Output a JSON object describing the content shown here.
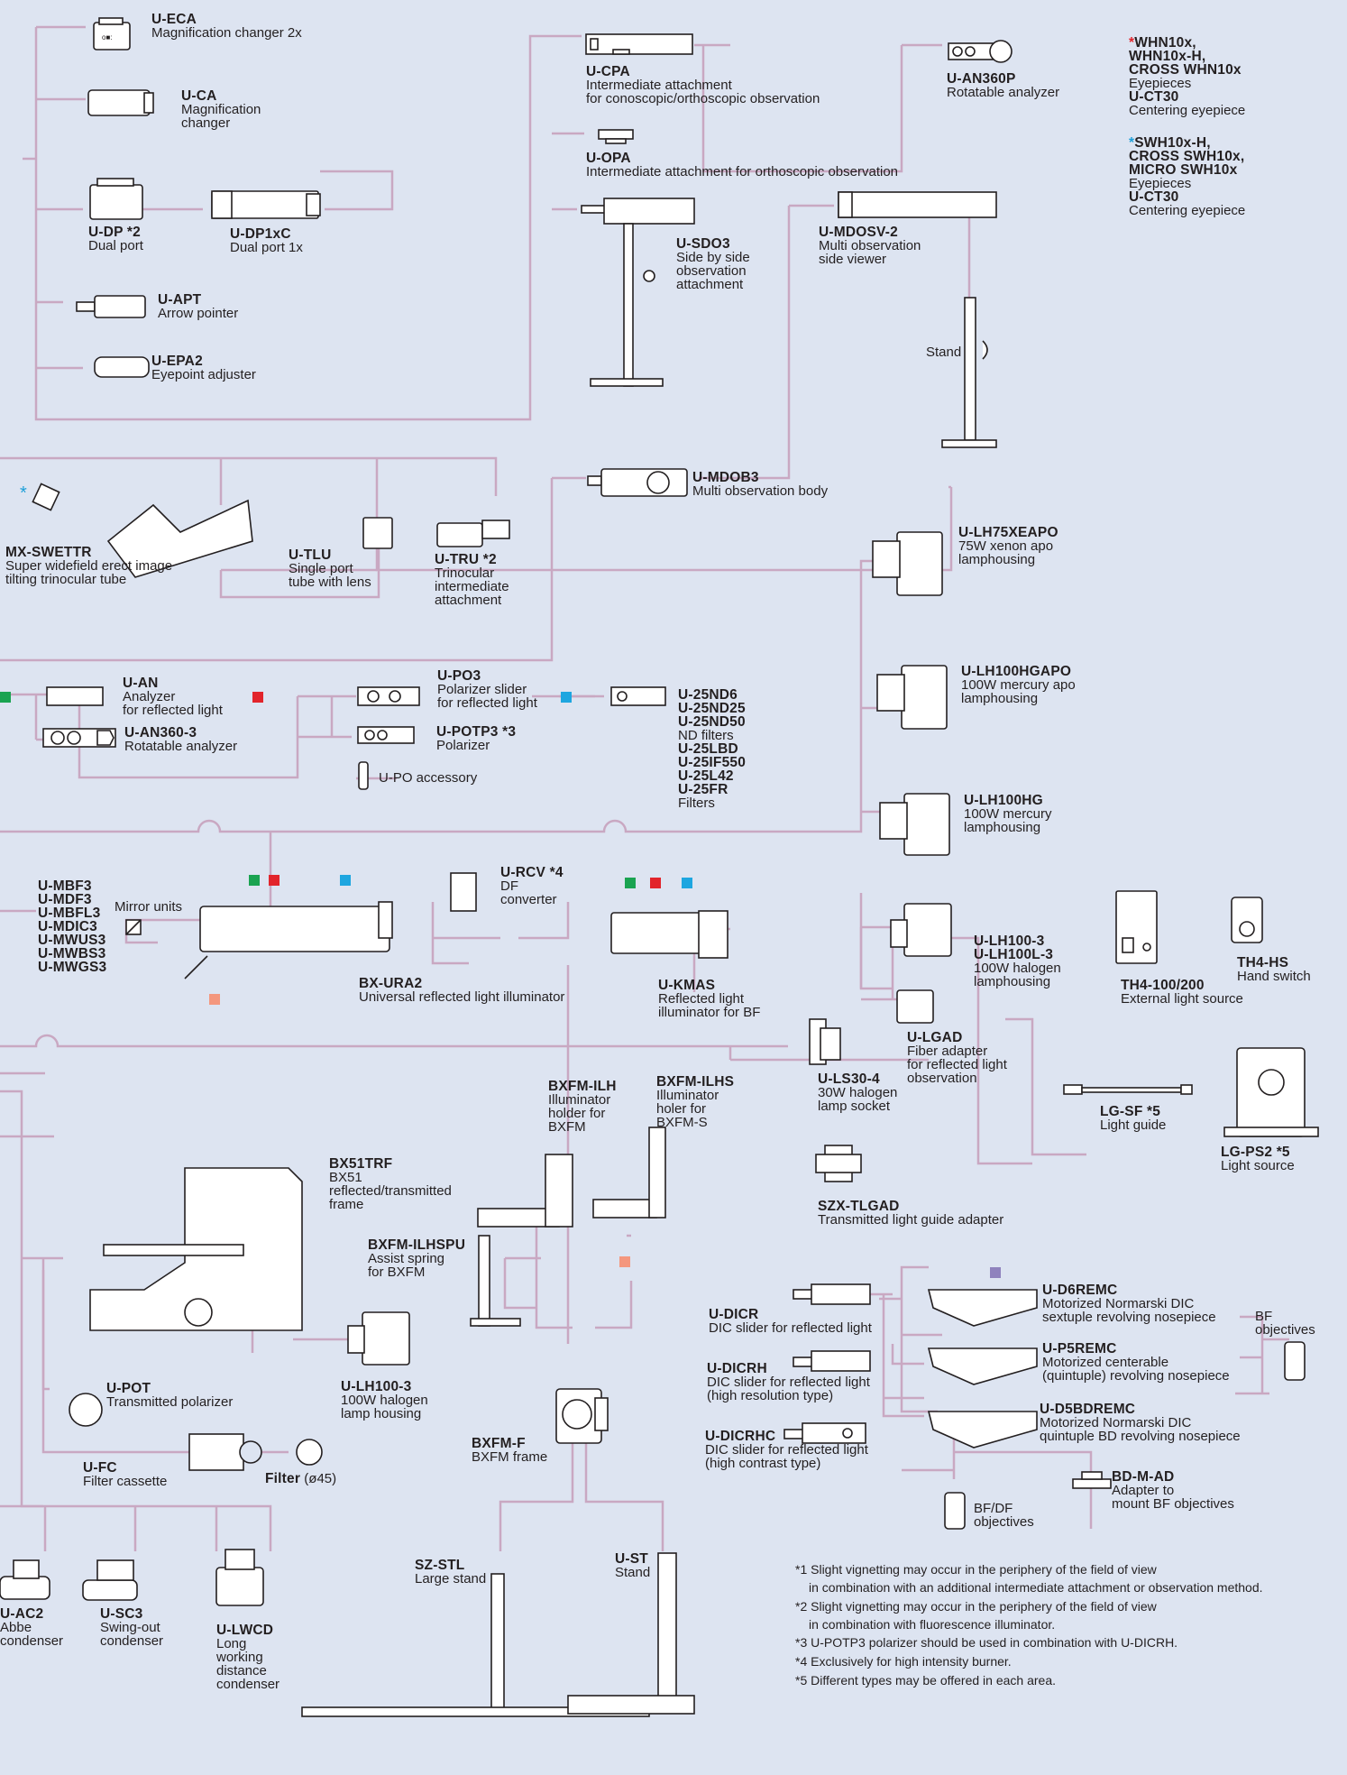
{
  "accent_line_color": "#c9a8c2",
  "square_colors": {
    "green": "#1aa351",
    "red": "#e2242b",
    "blue": "#1ea6e0",
    "salmon": "#f4977e",
    "violet": "#8f82bd"
  },
  "labels": {
    "u_eca": {
      "code": "U-ECA",
      "desc": [
        "Magnification changer 2x"
      ]
    },
    "u_ca": {
      "code": "U-CA",
      "desc": [
        "Magnification",
        "changer"
      ]
    },
    "u_dp": {
      "code": "U-DP *2",
      "desc": [
        "Dual port"
      ]
    },
    "u_dp1xc": {
      "code": "U-DP1xC",
      "desc": [
        "Dual port 1x"
      ]
    },
    "u_apt": {
      "code": "U-APT",
      "desc": [
        "Arrow pointer"
      ]
    },
    "u_epa2": {
      "code": "U-EPA2",
      "desc": [
        "Eyepoint adjuster"
      ]
    },
    "u_cpa": {
      "code": "U-CPA",
      "desc": [
        "Intermediate attachment",
        "for conoscopic/orthoscopic observation"
      ]
    },
    "u_an360p": {
      "code": "U-AN360P",
      "desc": [
        "Rotatable analyzer"
      ]
    },
    "u_opa": {
      "code": "U-OPA",
      "desc": [
        "Intermediate attachment for orthoscopic observation"
      ]
    },
    "u_sdo3": {
      "code": "U-SDO3",
      "desc": [
        "Side by side",
        "observation",
        "attachment"
      ]
    },
    "u_mdosv2": {
      "code": "U-MDOSV-2",
      "desc": [
        "Multi observation",
        "side viewer"
      ]
    },
    "stand": {
      "code": "",
      "desc": [
        "Stand"
      ]
    },
    "u_mdob3": {
      "code": "U-MDOB3",
      "desc": [
        "Multi observation body"
      ]
    },
    "mx_swettr": {
      "code": "MX-SWETTR",
      "desc": [
        "Super widefield erect image",
        "tilting trinocular  tube"
      ]
    },
    "u_tlu": {
      "code": "U-TLU",
      "desc": [
        "Single port",
        "tube with lens"
      ]
    },
    "u_tru": {
      "code": "U-TRU *2",
      "desc": [
        "Trinocular",
        "intermediate",
        "attachment"
      ]
    },
    "u_lh75xeapo": {
      "code": "U-LH75XEAPO",
      "desc": [
        "75W xenon apo",
        "lamphousing"
      ]
    },
    "u_lh100hgapo": {
      "code": "U-LH100HGAPO",
      "desc": [
        "100W mercury  apo",
        "lamphousing"
      ]
    },
    "u_lh100hg": {
      "code": "U-LH100HG",
      "desc": [
        "100W mercury",
        "lamphousing"
      ]
    },
    "u_an": {
      "code": "U-AN",
      "desc": [
        "Analyzer",
        "for reflected light"
      ]
    },
    "u_an360_3": {
      "code": "U-AN360-3",
      "desc": [
        "Rotatable analyzer"
      ]
    },
    "u_po3": {
      "code": "U-PO3",
      "desc": [
        "Polarizer slider",
        "for reflected light"
      ]
    },
    "u_potp3": {
      "code": "U-POTP3 *3",
      "desc": [
        "Polarizer"
      ]
    },
    "u_po_acc": {
      "code": "",
      "desc": [
        "U-PO accessory"
      ]
    },
    "filters": {
      "code": "",
      "codes": [
        "U-25ND6",
        "U-25ND25",
        "U-25ND50"
      ],
      "desc": [
        "ND filters"
      ],
      "codes2": [
        "U-25LBD",
        "U-25IF550",
        "U-25L42",
        "U-25FR"
      ],
      "desc2": [
        "Filters"
      ]
    },
    "mirror_units": {
      "codes": [
        "U-MBF3",
        "U-MDF3",
        "U-MBFL3",
        "U-MDIC3",
        "U-MWUS3",
        "U-MWBS3",
        "U-MWGS3"
      ],
      "desc": [
        "Mirror units"
      ]
    },
    "u_rcv": {
      "code": "U-RCV *4",
      "desc": [
        "DF",
        "converter"
      ]
    },
    "bx_ura2": {
      "code": "BX-URA2",
      "desc": [
        "Universal reflected light illuminator"
      ]
    },
    "u_kmas": {
      "code": "U-KMAS",
      "desc": [
        "Reflected light",
        "illuminator for BF"
      ]
    },
    "u_lh100_3_top": {
      "code": "U-LH100-3",
      "code2": "U-LH100L-3",
      "desc": [
        "100W halogen",
        "lamphousing"
      ]
    },
    "th4_100": {
      "code": "TH4-100/200",
      "desc": [
        "External light source"
      ]
    },
    "th4_hs": {
      "code": "TH4-HS",
      "desc": [
        "Hand switch"
      ]
    },
    "u_lgad": {
      "code": "U-LGAD",
      "desc": [
        "Fiber adapter",
        "for reflected light",
        "observation"
      ]
    },
    "u_ls30_4": {
      "code": "U-LS30-4",
      "desc": [
        "30W halogen",
        "lamp socket"
      ]
    },
    "lg_sf": {
      "code": "LG-SF *5",
      "desc": [
        "Light guide"
      ]
    },
    "lg_ps2": {
      "code": "LG-PS2 *5",
      "desc": [
        "Light source"
      ]
    },
    "szx_tlgad": {
      "code": "SZX-TLGAD",
      "desc": [
        "Transmitted light guide adapter"
      ]
    },
    "bxfm_ilh": {
      "code": "BXFM-ILH",
      "desc": [
        "Illuminator",
        "holder for",
        "BXFM"
      ]
    },
    "bxfm_ilhs": {
      "code": "BXFM-ILHS",
      "desc": [
        "Illuminator",
        "holer for",
        "BXFM-S"
      ]
    },
    "bx51trf": {
      "code": "BX51TRF",
      "desc": [
        "BX51",
        "reflected/transmitted",
        "frame"
      ]
    },
    "bxfm_ilhspu": {
      "code": "BXFM-ILHSPU",
      "desc": [
        "Assist spring",
        "for BXFM"
      ]
    },
    "u_pot": {
      "code": "U-POT",
      "desc": [
        "Transmitted polarizer"
      ]
    },
    "u_lh100_3": {
      "code": "U-LH100-3",
      "desc": [
        "100W halogen",
        "lamp housing"
      ]
    },
    "u_fc": {
      "code": "U-FC",
      "desc": [
        "Filter cassette"
      ]
    },
    "filter45": {
      "code": "Filter",
      "desc": [
        "(ø45)"
      ]
    },
    "bxfm_f": {
      "code": "BXFM-F",
      "desc": [
        "BXFM frame"
      ]
    },
    "u_dicr": {
      "code": "U-DICR",
      "desc": [
        "DIC slider for reflected light"
      ]
    },
    "u_dicrh": {
      "code": "U-DICRH",
      "desc": [
        "DIC slider for reflected light",
        "(high resolution type)"
      ]
    },
    "u_dicrhc": {
      "code": "U-DICRHC",
      "desc": [
        "DIC slider for reflected light",
        "(high contrast type)"
      ]
    },
    "u_d6remc": {
      "code": "U-D6REMC",
      "desc": [
        "Motorized Normarski DIC",
        "sextuple revolving nosepiece"
      ]
    },
    "u_p5remc": {
      "code": "U-P5REMC",
      "desc": [
        "Motorized centerable",
        "(quintuple) revolving nosepiece"
      ]
    },
    "u_d5bdremc": {
      "code": "U-D5BDREMC",
      "desc": [
        "Motorized Normarski DIC",
        "quintuple BD revolving nosepiece"
      ]
    },
    "bf_obj": {
      "code": "",
      "desc": [
        "BF",
        "objectives"
      ]
    },
    "bd_m_ad": {
      "code": "BD-M-AD",
      "desc": [
        "Adapter to",
        "mount BF objectives"
      ]
    },
    "bfdf_obj": {
      "code": "",
      "desc": [
        "BF/DF",
        "objectives"
      ]
    },
    "sz_stl": {
      "code": "SZ-STL",
      "desc": [
        "Large stand"
      ]
    },
    "u_st": {
      "code": "U-ST",
      "desc": [
        "Stand"
      ]
    },
    "u_ac2": {
      "code": "U-AC2",
      "desc": [
        "Abbe",
        "condenser"
      ]
    },
    "u_sc3": {
      "code": "U-SC3",
      "desc": [
        "Swing-out",
        "condenser"
      ]
    },
    "u_lwcd": {
      "code": "U-LWCD",
      "desc": [
        "Long",
        "working",
        "distance",
        "condenser"
      ]
    }
  },
  "eyepieces": {
    "group1": {
      "star": "*",
      "codes": [
        "WHN10x,",
        "WHN10x-H,",
        "CROSS WHN10x"
      ],
      "desc": "Eyepieces",
      "code2": "U-CT30",
      "desc2": "Centering eyepiece"
    },
    "group2": {
      "star": "*",
      "codes": [
        "SWH10x-H,",
        "CROSS SWH10x,",
        "MICRO SWH10x"
      ],
      "desc": "Eyepieces",
      "code2": "U-CT30",
      "desc2": "Centering eyepiece"
    }
  },
  "footnotes": [
    "*1 Slight vignetting may occur in the periphery of the field of view",
    "in combination with an additional intermediate attachment or observation method.",
    "*2 Slight vignetting may occur in the periphery of the field of view",
    "in combination with fluorescence illuminator.",
    "*3 U-POTP3 polarizer  should be used in combination with U-DICRH.",
    "*4 Exclusively for high intensity burner.",
    "*5 Different types may be offered in each area."
  ],
  "star_mark": "*"
}
